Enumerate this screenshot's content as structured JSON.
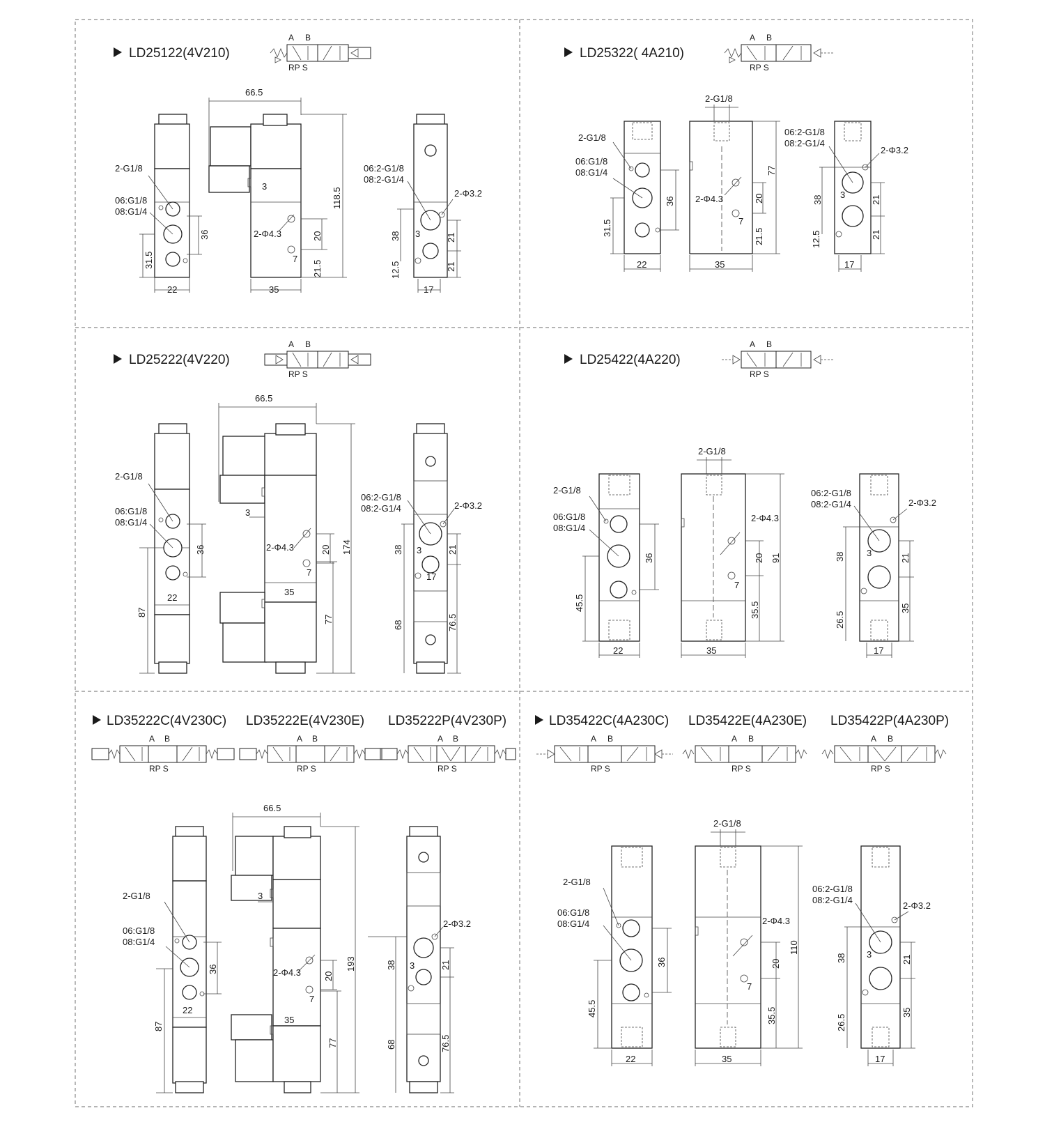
{
  "panels": [
    {
      "titles": [
        "LD25122(4V210)"
      ],
      "symbol": {
        "a": "A",
        "b": "B",
        "rps": "RP S"
      },
      "views": {
        "front": {
          "port_label": "2-G1/8",
          "port2_a": "06:G1/8",
          "port2_b": "08:G1/4",
          "dim_v1": "36",
          "dim_v2": "31.5",
          "dim_w": "22"
        },
        "side": {
          "top_w": "66.5",
          "dim_3": "3",
          "dim_h": "118.5",
          "hole": "2-Φ4.3",
          "dim_20": "20",
          "dim_7": "7",
          "dim_215": "21.5",
          "dim_w": "35"
        },
        "end": {
          "port_a": "06:2-G1/8",
          "port_b": "08:2-G1/4",
          "hole": "2-Φ3.2",
          "dim_38": "38",
          "dim_3": "3",
          "dim_21a": "21",
          "dim_21b": "21",
          "dim_125": "12.5",
          "dim_w": "17"
        }
      }
    },
    {
      "titles": [
        "LD25322( 4A210)"
      ],
      "symbol": {
        "a": "A",
        "b": "B",
        "rps": "RP S"
      },
      "views": {
        "front": {
          "port_label": "2-G1/8",
          "port2_a": "06:G1/8",
          "port2_b": "08:G1/4",
          "dim_v1": "36",
          "dim_v2": "31.5",
          "dim_w": "22"
        },
        "side": {
          "top": "2-G1/8",
          "dim_h": "77",
          "hole": "2-Φ4.3",
          "dim_20": "20",
          "dim_7": "7",
          "dim_215": "21.5",
          "dim_w": "35"
        },
        "end": {
          "port_a": "06:2-G1/8",
          "port_b": "08:2-G1/4",
          "hole": "2-Φ3.2",
          "dim_38": "38",
          "dim_3": "3",
          "dim_21a": "21",
          "dim_21b": "21",
          "dim_125": "12.5",
          "dim_w": "17"
        }
      }
    },
    {
      "titles": [
        "LD25222(4V220)"
      ],
      "symbol": {
        "a": "A",
        "b": "B",
        "rps": "RP S"
      },
      "views": {
        "front": {
          "port_label": "2-G1/8",
          "port2_a": "06:G1/8",
          "port2_b": "08:G1/4",
          "dim_v1": "36",
          "dim_v2": "87",
          "dim_w": "22"
        },
        "side": {
          "top_w": "66.5",
          "dim_3": "3",
          "dim_h": "174",
          "hole": "2-Φ4.3",
          "dim_20": "20",
          "dim_7": "7",
          "dim_35": "35",
          "dim_77": "77"
        },
        "end": {
          "port_a": "06:2-G1/8",
          "port_b": "08:2-G1/4",
          "hole": "2-Φ3.2",
          "dim_38": "38",
          "dim_3": "3",
          "dim_21": "21",
          "dim_17": "17",
          "dim_68": "68",
          "dim_765": "76.5"
        }
      }
    },
    {
      "titles": [
        "LD25422(4A220)"
      ],
      "symbol": {
        "a": "A",
        "b": "B",
        "rps": "RP S"
      },
      "views": {
        "front": {
          "port_label": "2-G1/8",
          "port2_a": "06:G1/8",
          "port2_b": "08:G1/4",
          "dim_v1": "36",
          "dim_v2": "45.5",
          "dim_w": "22"
        },
        "side": {
          "top": "2-G1/8",
          "dim_h": "91",
          "hole": "2-Φ4.3",
          "dim_20": "20",
          "dim_7": "7",
          "dim_355": "35.5",
          "dim_w": "35"
        },
        "end": {
          "port_a": "06:2-G1/8",
          "port_b": "08:2-G1/4",
          "hole": "2-Φ3.2",
          "dim_38": "38",
          "dim_3": "3",
          "dim_21": "21",
          "dim_35": "35",
          "dim_265": "26.5",
          "dim_w": "17"
        }
      }
    },
    {
      "titles": [
        "LD35222C(4V230C)",
        "LD35222E(4V230E)",
        "LD35222P(4V230P)"
      ],
      "symbol": {
        "a": "A",
        "b": "B",
        "rps": "RP S"
      },
      "views": {
        "front": {
          "port_label": "2-G1/8",
          "port2_a": "06:G1/8",
          "port2_b": "08:G1/4",
          "dim_v1": "36",
          "dim_v2": "87",
          "dim_w": "22"
        },
        "side": {
          "top_w": "66.5",
          "dim_3": "3",
          "dim_h": "193",
          "hole": "2-Φ4.3",
          "dim_20": "20",
          "dim_7": "7",
          "dim_35": "35",
          "dim_77": "77"
        },
        "end": {
          "hole": "2-Φ3.2",
          "dim_38": "38",
          "dim_3": "3",
          "dim_21": "21",
          "dim_68": "68",
          "dim_765": "76.5"
        }
      }
    },
    {
      "titles": [
        "LD35422C(4A230C)",
        "LD35422E(4A230E)",
        "LD35422P(4A230P)"
      ],
      "symbol": {
        "a": "A",
        "b": "B",
        "rps": "RP S"
      },
      "views": {
        "front": {
          "port_label": "2-G1/8",
          "port2_a": "06:G1/8",
          "port2_b": "08:G1/4",
          "dim_v1": "36",
          "dim_v2": "45.5",
          "dim_w": "22"
        },
        "side": {
          "top": "2-G1/8",
          "dim_h": "110",
          "hole": "2-Φ4.3",
          "dim_20": "20",
          "dim_7": "7",
          "dim_355": "35.5",
          "dim_w": "35"
        },
        "end": {
          "port_a": "06:2-G1/8",
          "port_b": "08:2-G1/4",
          "hole": "2-Φ3.2",
          "dim_38": "38",
          "dim_3": "3",
          "dim_21": "21",
          "dim_35": "35",
          "dim_265": "26.5",
          "dim_w": "17"
        }
      }
    }
  ]
}
